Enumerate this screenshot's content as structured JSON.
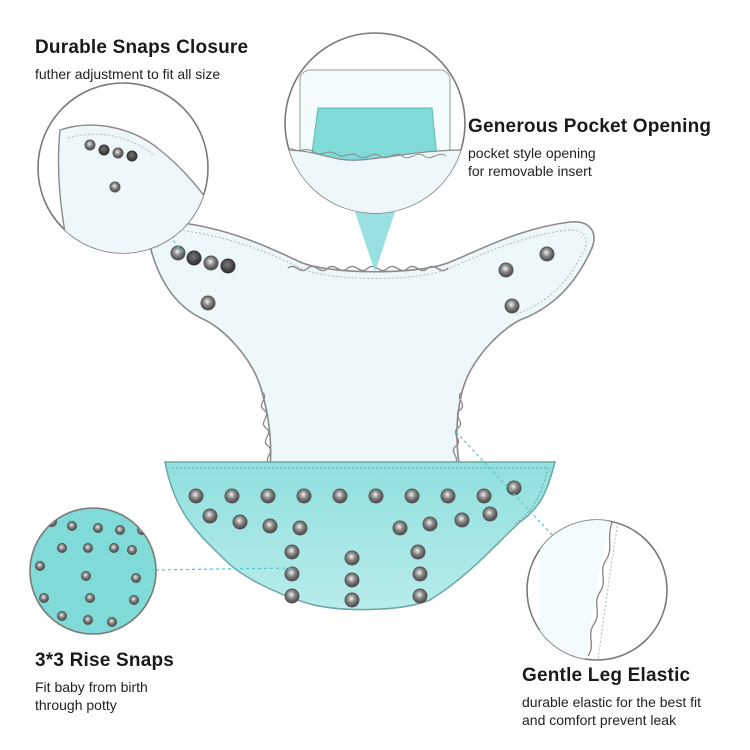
{
  "callouts": {
    "snaps_closure": {
      "title": "Durable Snaps Closure",
      "desc": [
        "futher adjustment to fit all size"
      ]
    },
    "pocket_opening": {
      "title": "Generous Pocket Opening",
      "desc": [
        "pocket style opening",
        "for removable insert"
      ]
    },
    "rise_snaps": {
      "title": "3*3 Rise Snaps",
      "desc": [
        "Fit baby from birth",
        "through potty"
      ]
    },
    "leg_elastic": {
      "title": "Gentle Leg Elastic",
      "desc": [
        "durable elastic for the best fit",
        "and comfort prevent leak"
      ]
    }
  },
  "colors": {
    "aqua": "#7fdad8",
    "aqua_light": "#bfeeec",
    "shell": "#eef8fa",
    "outline": "#7a7a7a",
    "snap_dark": "#555555",
    "snap_ring": "#9a9a9a"
  },
  "illustration": {
    "subject": "pocket cloth diaper",
    "detail_circles": [
      "snaps-closure-detail",
      "pocket-opening-detail",
      "rise-snaps-detail",
      "leg-elastic-detail"
    ]
  }
}
